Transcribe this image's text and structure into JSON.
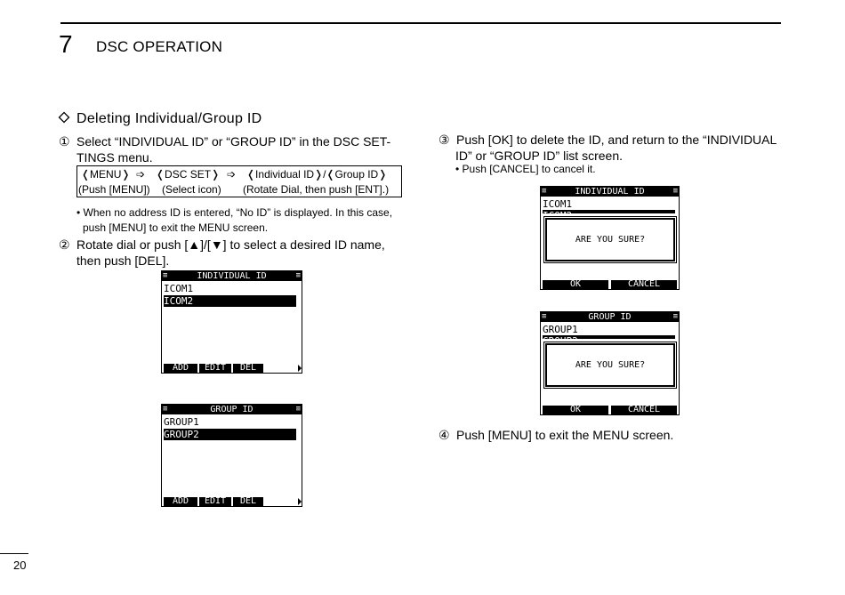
{
  "header": {
    "chapter_number": "7",
    "chapter_title": "DSC OPERATION"
  },
  "section": {
    "title": "Deleting Individual/Group ID"
  },
  "steps": [
    {
      "num": "①",
      "line1": "Select “INDIVIDUAL ID” or “GROUP ID” in the DSC SET-",
      "line2": "TINGS menu."
    },
    {
      "num": "②",
      "line1": "Rotate dial or push [▲]/[▼] to select a desired ID name,",
      "line2": "then push [DEL]."
    },
    {
      "num": "③",
      "line1": "Push [OK] to delete the ID, and return to the “INDIVIDUAL",
      "line2": "ID” or “GROUP ID” list screen."
    },
    {
      "num": "④",
      "line1": "Push [MENU] to exit the MENU screen."
    }
  ],
  "menu_path": {
    "row1": [
      "❬MENU❭",
      "➩",
      "❬DSC SET❭",
      "➩",
      "❬Individual ID❭/❬Group ID❭"
    ],
    "row2": [
      "(Push [MENU])",
      "(Select icon)",
      "(Rotate Dial, then push [ENT].)"
    ]
  },
  "notes": {
    "step1_line1": "• When no address ID is entered, “No ID” is displayed. In this case,",
    "step1_line2": "push [MENU] to exit the MENU screen.",
    "step3": "• Push [CANCEL] to cancel it."
  },
  "screens": {
    "individual_list": {
      "title": "INDIVIDUAL ID",
      "items": [
        "ICOM1",
        "ICOM2"
      ],
      "softkeys": [
        "ADD",
        "EDIT",
        "DEL"
      ]
    },
    "group_list": {
      "title": "GROUP ID",
      "items": [
        "GROUP1",
        "GROUP2"
      ],
      "softkeys": [
        "ADD",
        "EDIT",
        "DEL"
      ]
    },
    "individual_confirm": {
      "title": "INDIVIDUAL ID",
      "items": [
        "ICOM1",
        "ICOM2"
      ],
      "dialog": "ARE YOU SURE?",
      "softkeys": [
        "OK",
        "CANCEL"
      ]
    },
    "group_confirm": {
      "title": "GROUP ID",
      "items": [
        "GROUP1",
        "GROUP2"
      ],
      "dialog": "ARE YOU SURE?",
      "softkeys": [
        "OK",
        "CANCEL"
      ]
    }
  },
  "footer": {
    "page_number": "20"
  }
}
